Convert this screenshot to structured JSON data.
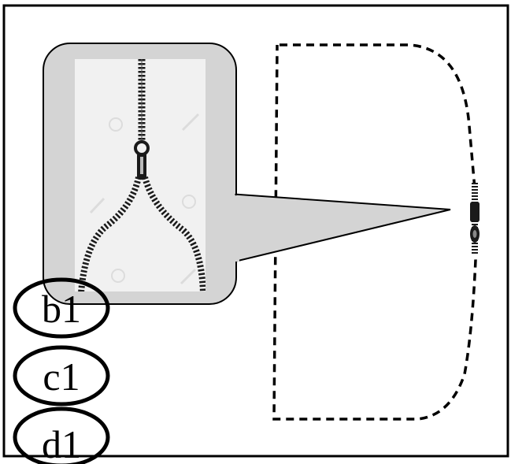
{
  "figure": {
    "frame_color": "#000000",
    "background_color": "#ffffff",
    "callout_fill": "#d4d4d4",
    "inset_fill": "#f1f1f1",
    "bag_outline_style": "dashed",
    "zipper_color": "#1a1a1a"
  },
  "icons": {
    "inset": "zipper-open-icon",
    "bag_slider": "zipper-slider-icon"
  },
  "labels": [
    {
      "id": "b1",
      "text": "b1"
    },
    {
      "id": "c1",
      "text": "c1"
    },
    {
      "id": "d1",
      "text": "d1"
    }
  ]
}
